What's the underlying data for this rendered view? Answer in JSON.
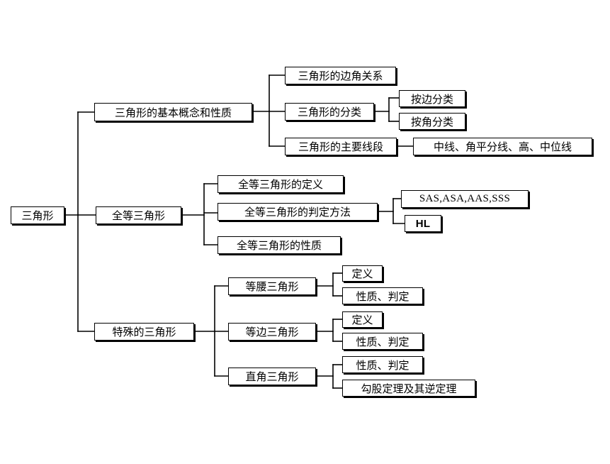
{
  "root": "三角形",
  "branches": [
    {
      "label": "三角形的基本概念和性质",
      "children": [
        {
          "label": "三角形的边角关系"
        },
        {
          "label": "三角形的分类",
          "children": [
            "按边分类",
            "按角分类"
          ]
        },
        {
          "label": "三角形的主要线段",
          "children": [
            "中线、角平分线、高、中位线"
          ]
        }
      ]
    },
    {
      "label": "全等三角形",
      "children": [
        {
          "label": "全等三角形的定义"
        },
        {
          "label": "全等三角形的判定方法",
          "children": [
            "SAS,ASA,AAS,SSS",
            "HL"
          ]
        },
        {
          "label": "全等三角形的性质"
        }
      ]
    },
    {
      "label": "特殊的三角形",
      "children": [
        {
          "label": "等腰三角形",
          "children": [
            "定义",
            "性质、判定"
          ]
        },
        {
          "label": "等边三角形",
          "children": [
            "定义",
            "性质、判定"
          ]
        },
        {
          "label": "直角三角形",
          "children": [
            "性质、判定",
            "勾股定理及其逆定理"
          ]
        }
      ]
    }
  ]
}
